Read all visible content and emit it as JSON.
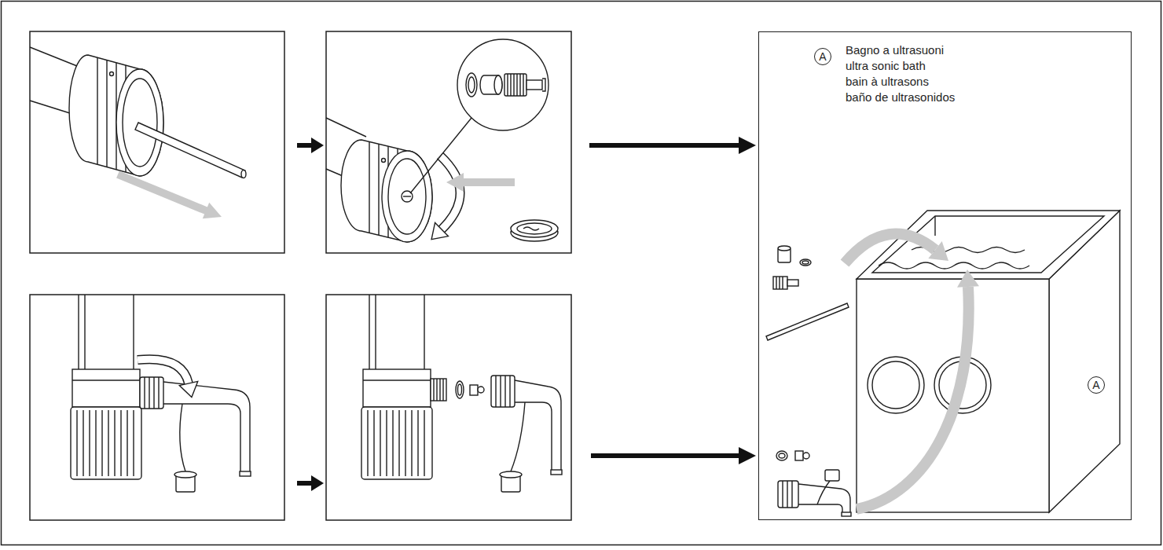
{
  "diagram": {
    "nodes": [
      {
        "text": [
          "A",
          "Bagno a ultrasuoni",
          "ultra sonic bath",
          "bain à ultrasons",
          "baño de ultrasonidos",
          "A"
        ]
      }
    ]
  }
}
